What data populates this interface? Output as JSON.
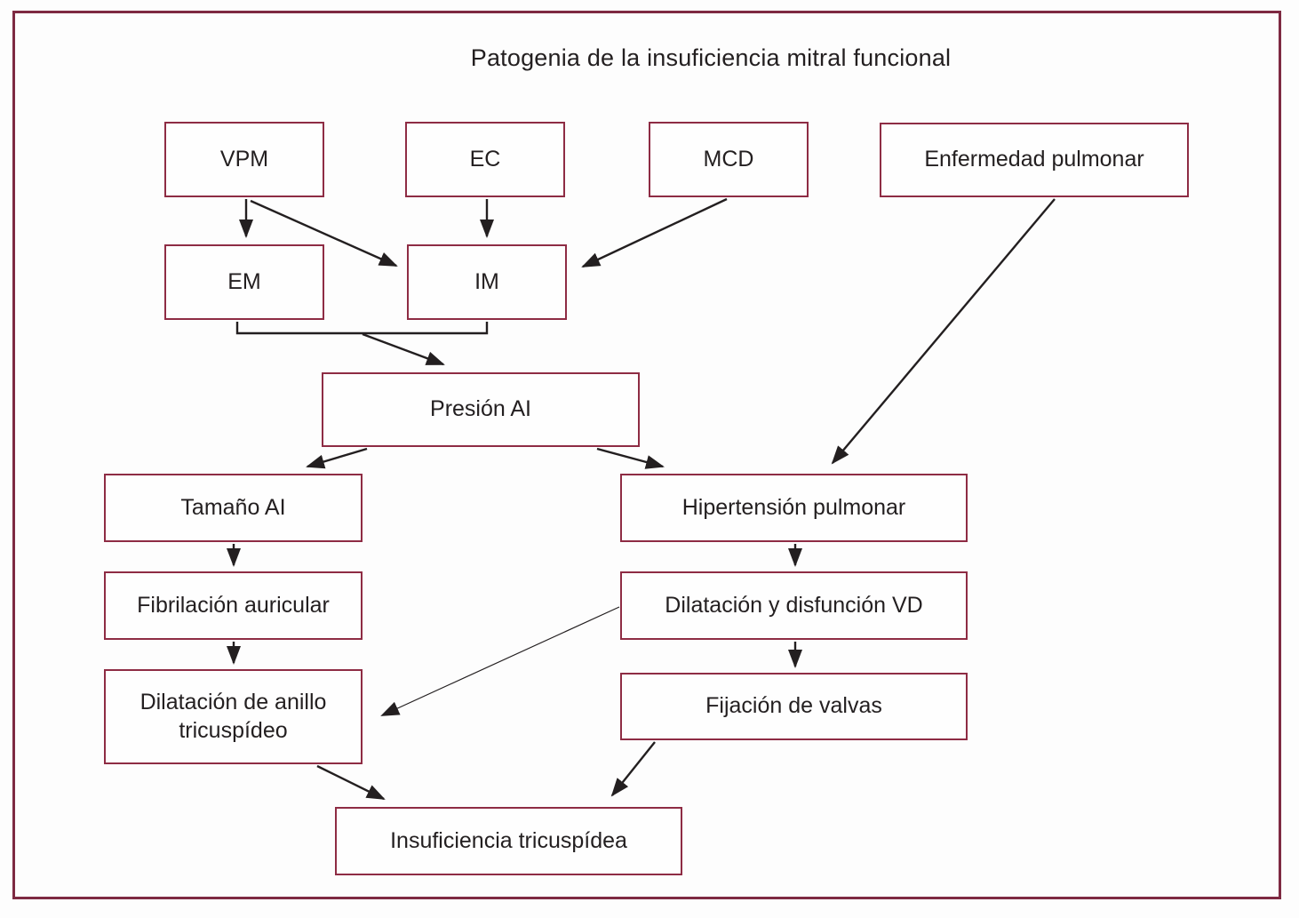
{
  "title": "Patogenia de la insuficiencia mitral funcional",
  "colors": {
    "box_border": "#8e2c44",
    "frame_border": "#7e2a42",
    "arrow": "#231f20",
    "text": "#231f20",
    "background": "#fdfdfd"
  },
  "nodes": {
    "vpm": "VPM",
    "ec": "EC",
    "mcd": "MCD",
    "enfermedad_pulmonar": "Enfermedad pulmonar",
    "em": "EM",
    "im": "IM",
    "presion_ai": "Presión AI",
    "tamano_ai": "Tamaño AI",
    "hipertension_pulmonar": "Hipertensión pulmonar",
    "fibrilacion_auricular": "Fibrilación auricular",
    "dilatacion_vd": "Dilatación y disfunción VD",
    "dilatacion_anillo": "Dilatación de anillo tricuspídeo",
    "fijacion_valvas": "Fijación de valvas",
    "insuficiencia_tricuspidea": "Insuficiencia tricuspídea"
  },
  "edges": [
    {
      "from": "VPM",
      "to": "EM"
    },
    {
      "from": "VPM",
      "to": "IM"
    },
    {
      "from": "EC",
      "to": "IM"
    },
    {
      "from": "MCD",
      "to": "IM"
    },
    {
      "from": "EM + IM",
      "to": "Presión AI"
    },
    {
      "from": "Presión AI",
      "to": "Tamaño AI"
    },
    {
      "from": "Presión AI",
      "to": "Hipertensión pulmonar"
    },
    {
      "from": "Enfermedad pulmonar",
      "to": "Hipertensión pulmonar"
    },
    {
      "from": "Tamaño AI",
      "to": "Fibrilación auricular"
    },
    {
      "from": "Fibrilación auricular",
      "to": "Dilatación de anillo tricuspídeo"
    },
    {
      "from": "Hipertensión pulmonar",
      "to": "Dilatación y disfunción VD"
    },
    {
      "from": "Dilatación y disfunción VD",
      "to": "Fijación de valvas"
    },
    {
      "from": "Dilatación y disfunción VD",
      "to": "Dilatación de anillo tricuspídeo"
    },
    {
      "from": "Dilatación de anillo tricuspídeo",
      "to": "Insuficiencia tricuspídea"
    },
    {
      "from": "Fijación de valvas",
      "to": "Insuficiencia tricuspídea"
    }
  ]
}
